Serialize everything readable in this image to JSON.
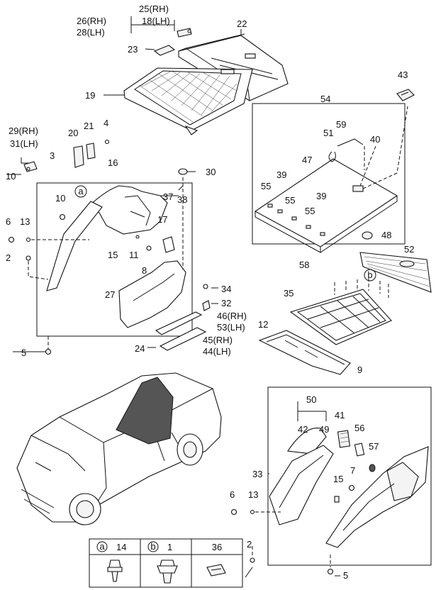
{
  "callouts": [
    {
      "id": "c26",
      "text": "26(RH)"
    },
    {
      "id": "c28",
      "text": "28(LH)"
    },
    {
      "id": "c25",
      "text": "25(RH)"
    },
    {
      "id": "c18",
      "text": "18(LH)"
    },
    {
      "id": "c22",
      "text": "22"
    },
    {
      "id": "c23",
      "text": "23"
    },
    {
      "id": "c19",
      "text": "19"
    },
    {
      "id": "c43",
      "text": "43"
    },
    {
      "id": "c54",
      "text": "54"
    },
    {
      "id": "c59",
      "text": "59"
    },
    {
      "id": "c51",
      "text": "51"
    },
    {
      "id": "c40",
      "text": "40"
    },
    {
      "id": "c47",
      "text": "47"
    },
    {
      "id": "c39a",
      "text": "39"
    },
    {
      "id": "c55a",
      "text": "55"
    },
    {
      "id": "c55b",
      "text": "55"
    },
    {
      "id": "c39b",
      "text": "39"
    },
    {
      "id": "c55c",
      "text": "55"
    },
    {
      "id": "c48",
      "text": "48"
    },
    {
      "id": "c52",
      "text": "52"
    },
    {
      "id": "c29",
      "text": "29(RH)"
    },
    {
      "id": "c31",
      "text": "31(LH)"
    },
    {
      "id": "c20",
      "text": "20"
    },
    {
      "id": "c21",
      "text": "21"
    },
    {
      "id": "c4",
      "text": "4"
    },
    {
      "id": "c3",
      "text": "3"
    },
    {
      "id": "c16",
      "text": "16"
    },
    {
      "id": "c30",
      "text": "30"
    },
    {
      "id": "c10a",
      "text": "10"
    },
    {
      "id": "c10b",
      "text": "10"
    },
    {
      "id": "c37",
      "text": "37"
    },
    {
      "id": "c38",
      "text": "38"
    },
    {
      "id": "c6a",
      "text": "6"
    },
    {
      "id": "c13a",
      "text": "13"
    },
    {
      "id": "c17",
      "text": "17"
    },
    {
      "id": "c2a",
      "text": "2"
    },
    {
      "id": "c15a",
      "text": "15"
    },
    {
      "id": "c11",
      "text": "11"
    },
    {
      "id": "c8",
      "text": "8"
    },
    {
      "id": "c27",
      "text": "27"
    },
    {
      "id": "c34",
      "text": "34"
    },
    {
      "id": "c32",
      "text": "32"
    },
    {
      "id": "c46",
      "text": "46(RH)"
    },
    {
      "id": "c53",
      "text": "53(LH)"
    },
    {
      "id": "c24",
      "text": "24"
    },
    {
      "id": "c45",
      "text": "45(RH)"
    },
    {
      "id": "c44",
      "text": "44(LH)"
    },
    {
      "id": "c5a",
      "text": "5"
    },
    {
      "id": "c58",
      "text": "58"
    },
    {
      "id": "c35",
      "text": "35"
    },
    {
      "id": "c12",
      "text": "12"
    },
    {
      "id": "c9",
      "text": "9"
    },
    {
      "id": "c50",
      "text": "50"
    },
    {
      "id": "c42",
      "text": "42"
    },
    {
      "id": "c49",
      "text": "49"
    },
    {
      "id": "c41",
      "text": "41"
    },
    {
      "id": "c56",
      "text": "56"
    },
    {
      "id": "c57",
      "text": "57"
    },
    {
      "id": "c33",
      "text": "33"
    },
    {
      "id": "c7",
      "text": "7"
    },
    {
      "id": "c15b",
      "text": "15"
    },
    {
      "id": "c6b",
      "text": "6"
    },
    {
      "id": "c13b",
      "text": "13"
    },
    {
      "id": "c2b",
      "text": "2"
    },
    {
      "id": "c5b",
      "text": "5"
    }
  ],
  "circle_markers": [
    {
      "id": "ma",
      "letter": "a"
    },
    {
      "id": "mb",
      "letter": "b"
    }
  ],
  "legend": {
    "cells": [
      {
        "letter": "a",
        "number": "14"
      },
      {
        "letter": "b",
        "number": "1"
      },
      {
        "letter": "",
        "number": "36"
      }
    ]
  }
}
